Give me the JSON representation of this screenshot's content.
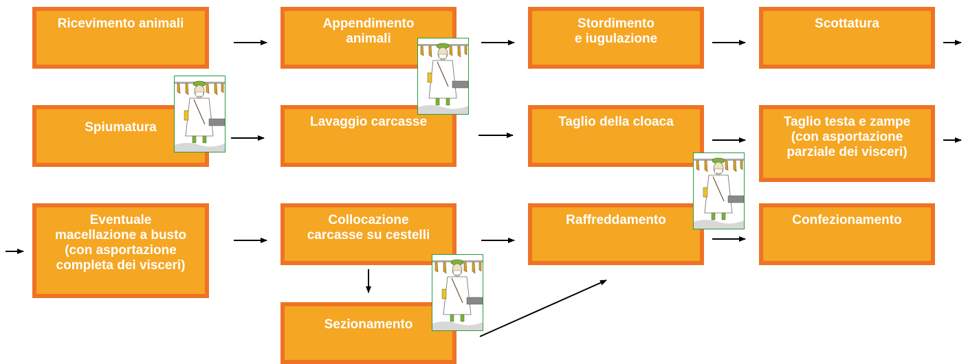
{
  "diagram": {
    "steps": [
      "Ricevimento animali",
      "Appendimento\nanimali",
      "Stordimento\ne iugulazione",
      "Scottatura",
      "Spiumatura",
      "Lavaggio carcasse",
      "Taglio della cloaca",
      "Taglio testa e zampe\n(con asportazione\nparziale dei visceri)",
      "Eventuale\nmacellazione a busto\n(con asportazione\ncompleta dei visceri)",
      "Collocazione\ncarcasse su cestelli",
      "Raffreddamento",
      "Confezionamento",
      "Sezionamento"
    ],
    "colors": {
      "box_fill": "#f5a623",
      "box_border": "#ee7325",
      "box_text": "#ffffff",
      "arrow": "#000000",
      "illustration_frame": "#2a9a3c"
    },
    "illustration_icon": "slaughterhouse-worker-illustration"
  }
}
